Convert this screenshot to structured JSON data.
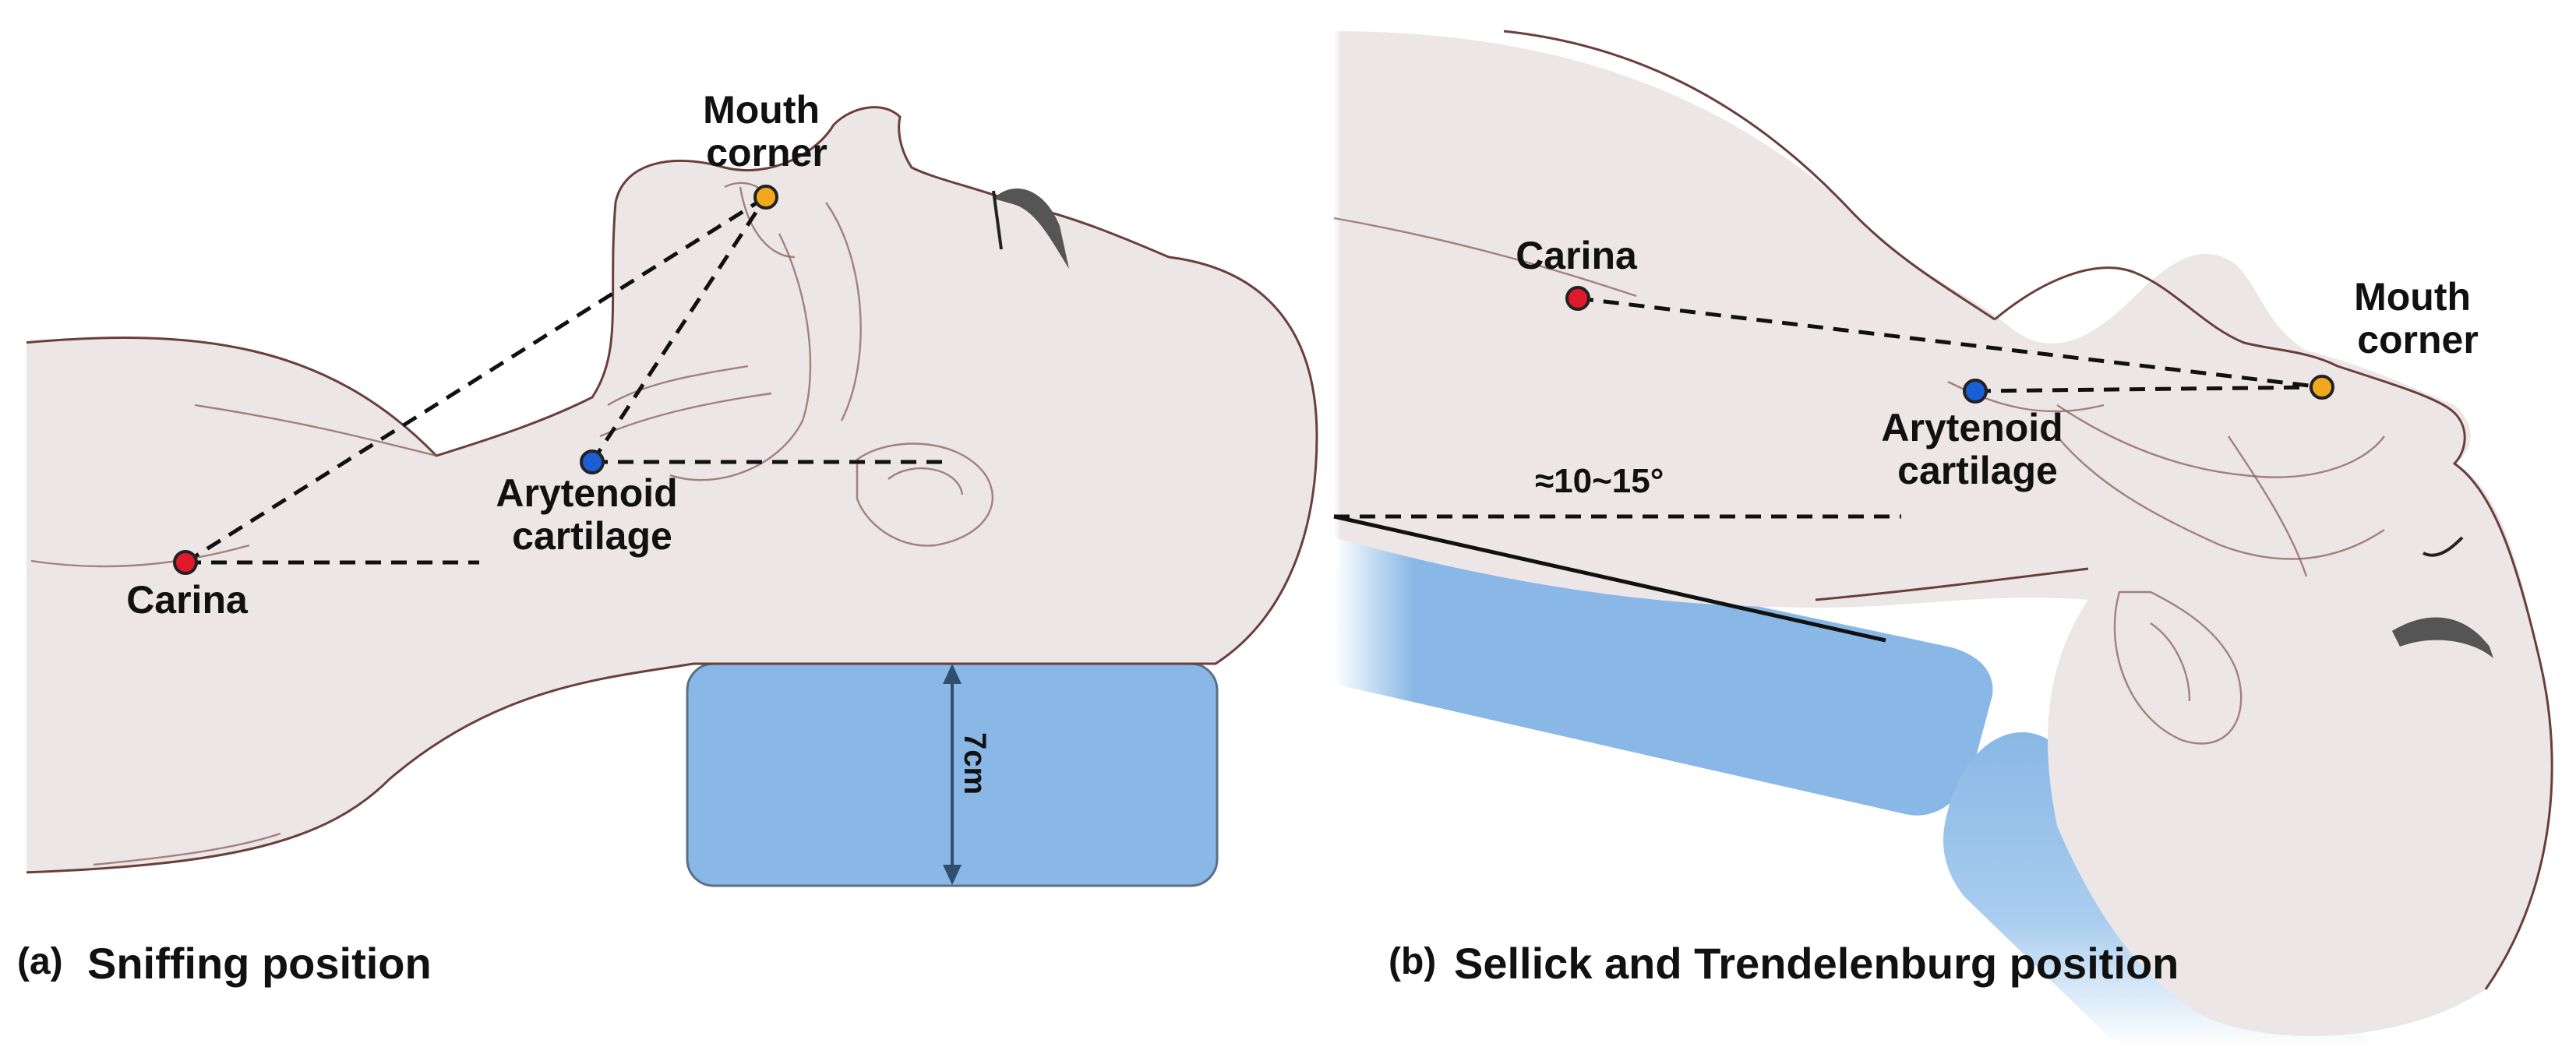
{
  "panel_a": {
    "label_tag": "(a)",
    "title": "Sniffing position",
    "landmarks": {
      "mouth_corner": [
        "Mouth",
        "corner"
      ],
      "arytenoid": [
        "Arytenoid",
        "cartilage"
      ],
      "carina": "Carina"
    },
    "pillow_height": "7cm"
  },
  "panel_b": {
    "label_tag": "(b)",
    "title": "Sellick and Trendelenburg position",
    "landmarks": {
      "mouth_corner": [
        "Mouth",
        "corner"
      ],
      "arytenoid": [
        "Arytenoid",
        "cartilage"
      ],
      "carina": "Carina"
    },
    "tilt_angle": "≈10~15°"
  },
  "colors": {
    "carina_point": "#e0192d",
    "arytenoid_point": "#1b5fd6",
    "mouth_point": "#f2a81d",
    "support": "#89b8e6",
    "skin": "#ece6e6",
    "outline": "#6a3f3a"
  }
}
